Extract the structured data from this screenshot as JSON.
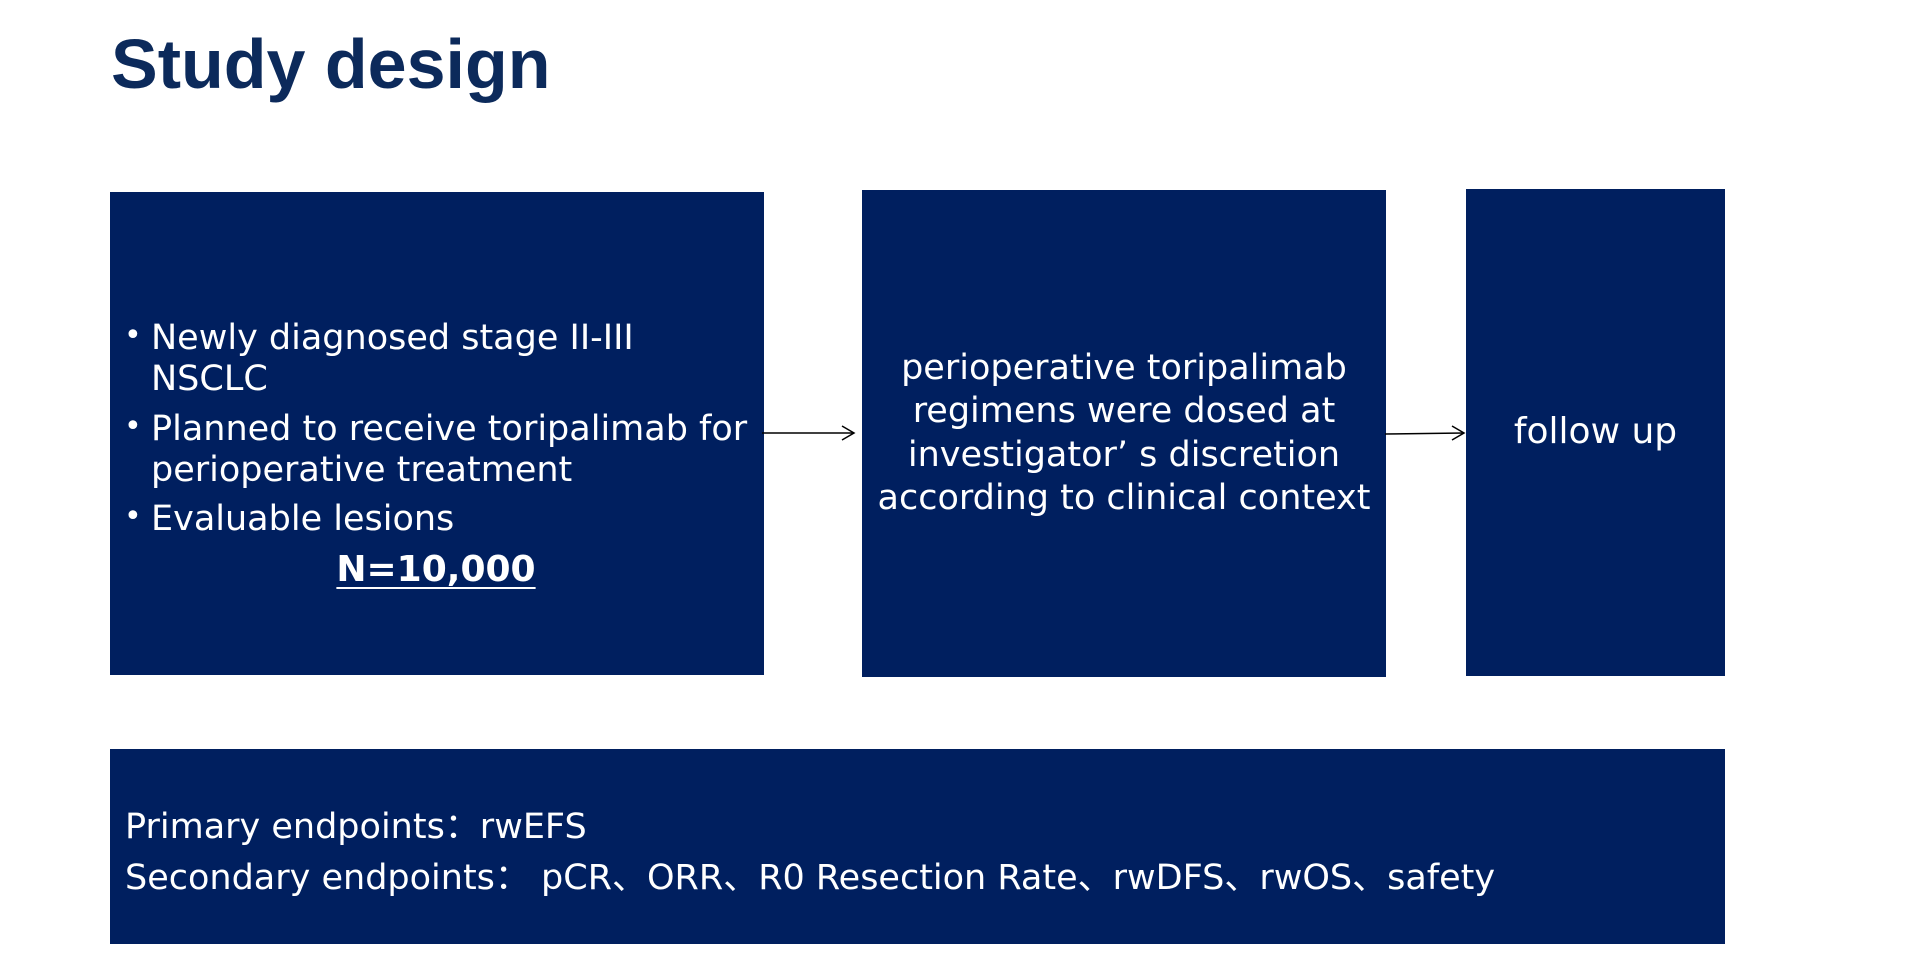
{
  "slide": {
    "title": "Study design"
  },
  "population": {
    "criteria": [
      "Newly diagnosed stage II-III NSCLC",
      "Planned to receive toripalimab for perioperative treatment",
      "Evaluable lesions"
    ],
    "sample_size": "N=10,000"
  },
  "treatment": {
    "text": "perioperative toripalimab regimens were dosed at investigator’ s discretion according to clinical context"
  },
  "followup": {
    "text": "follow up"
  },
  "endpoints": {
    "primary": "Primary endpoints：rwEFS",
    "secondary": "Secondary endpoints： pCR、ORR、R0 Resection Rate、rwDFS、rwOS、safety"
  },
  "colors": {
    "title": "#0c2a5b",
    "box_fill": "#001f5f",
    "box_text": "#ffffff",
    "arrow": "#000000"
  }
}
